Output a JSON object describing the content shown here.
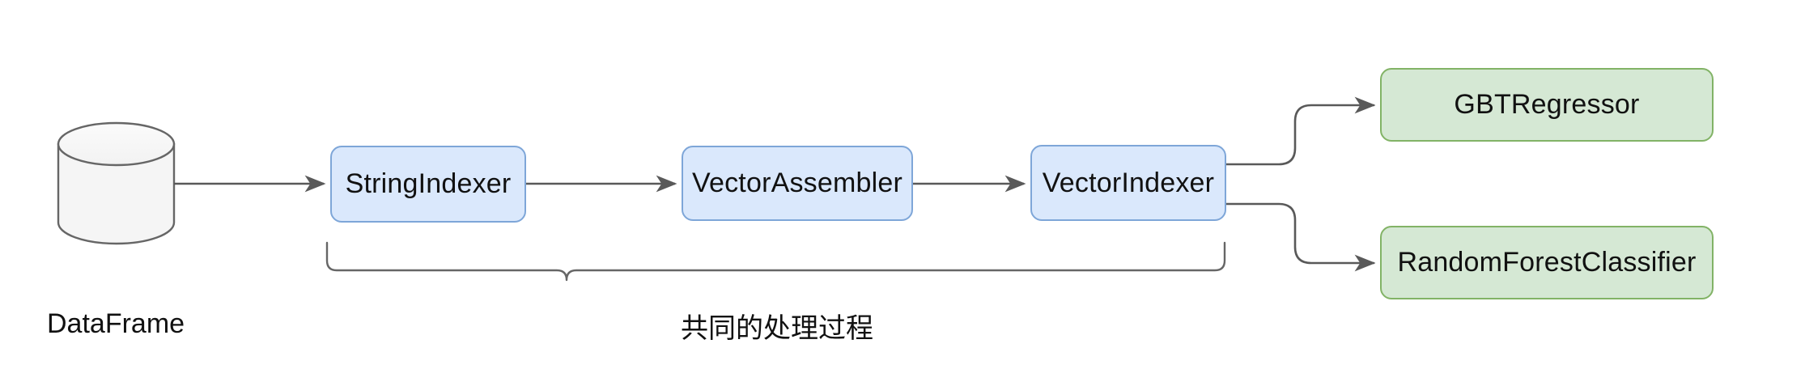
{
  "diagram": {
    "title": "Spark ML Pipeline flow",
    "background_color": "#ffffff",
    "edge_color": "#595959",
    "palette": {
      "blue_fill": "#dae8fc",
      "blue_stroke": "#7ea6d8",
      "green_fill": "#d5e8d4",
      "green_stroke": "#82b366",
      "cylinder_fill": "#f5f5f5",
      "cylinder_stroke": "#666666",
      "text_color": "#111111"
    },
    "source": {
      "shape": "cylinder",
      "icon": "database-cylinder-icon",
      "label": "DataFrame"
    },
    "stages": [
      {
        "id": "string-indexer",
        "label": "StringIndexer",
        "style": "blue"
      },
      {
        "id": "vector-assembler",
        "label": "VectorAssembler",
        "style": "blue"
      },
      {
        "id": "vector-indexer",
        "label": "VectorIndexer",
        "style": "blue"
      }
    ],
    "estimators": [
      {
        "id": "gbt-regressor",
        "label": "GBTRegressor",
        "style": "green"
      },
      {
        "id": "random-forest-classifier",
        "label": "RandomForestClassifier",
        "style": "green"
      }
    ],
    "brace": {
      "label": "共同的处理过程",
      "spans": [
        "StringIndexer",
        "VectorAssembler",
        "VectorIndexer"
      ]
    },
    "edges": [
      {
        "from": "DataFrame",
        "to": "StringIndexer",
        "arrow": true
      },
      {
        "from": "StringIndexer",
        "to": "VectorAssembler",
        "arrow": true
      },
      {
        "from": "VectorAssembler",
        "to": "VectorIndexer",
        "arrow": true
      },
      {
        "from": "VectorIndexer",
        "to": "GBTRegressor",
        "arrow": true
      },
      {
        "from": "VectorIndexer",
        "to": "RandomForestClassifier",
        "arrow": true
      }
    ]
  }
}
